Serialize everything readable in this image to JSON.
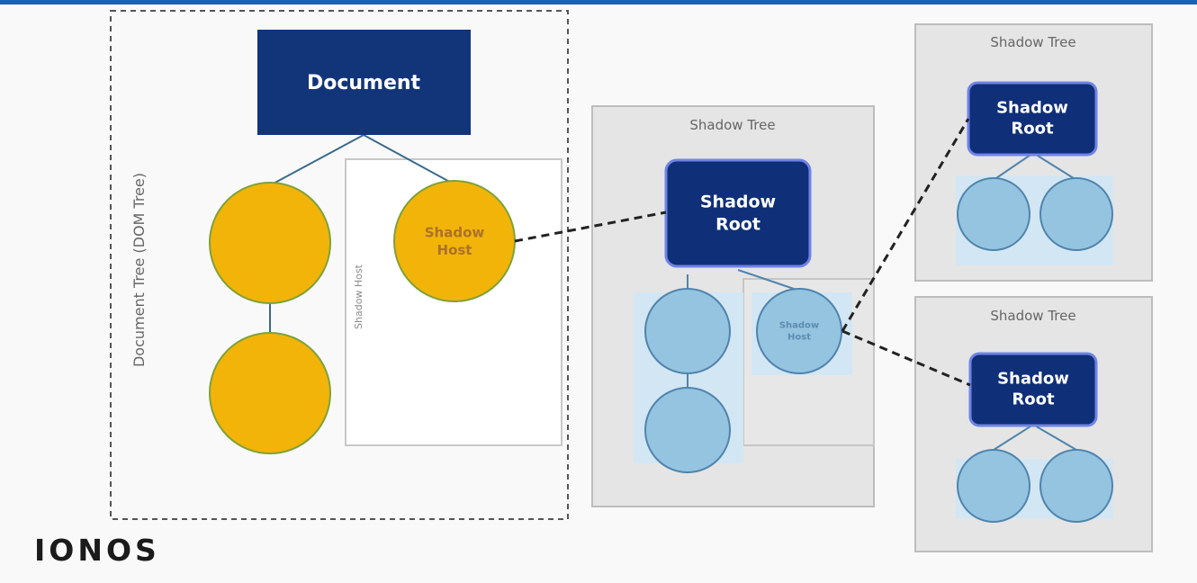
{
  "brand": "IONOS",
  "colors": {
    "top_bar": "#1d5fb4",
    "document_fill": "#12357a",
    "shadow_root_fill": "#0f2f78",
    "shadow_root_border": "#6f83e6",
    "orange_fill": "#f3b409",
    "orange_stroke": "#7ea237",
    "blue_fill": "#95c4e1",
    "blue_stroke": "#4f84ad",
    "box_fill": "#e5e5e5",
    "box_stroke": "#bdbdbd",
    "highlight": "#d3e6f3"
  },
  "document_tree": {
    "vertical_label": "Document Tree (DOM Tree)",
    "inner_label": "Shadow Host",
    "document_node": "Document",
    "shadow_host_node": "Shadow\nHost"
  },
  "shadow_tree_main": {
    "title": "Shadow Tree",
    "shadow_root": "Shadow\nRoot",
    "shadow_host_node": "Shadow\nHost"
  },
  "shadow_tree_top": {
    "title": "Shadow Tree",
    "shadow_root": "Shadow\nRoot"
  },
  "shadow_tree_bottom": {
    "title": "Shadow Tree",
    "shadow_root": "Shadow\nRoot"
  }
}
